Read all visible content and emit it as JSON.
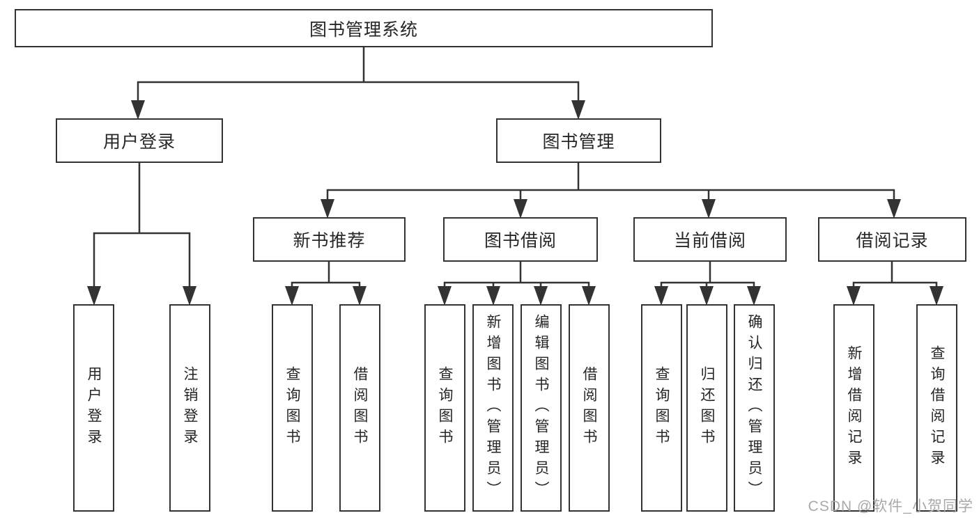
{
  "tree": {
    "root": {
      "label": "图书管理系统"
    },
    "branches": [
      {
        "label": "用户登录",
        "children": [
          {
            "label": "用户登录"
          },
          {
            "label": "注销登录"
          }
        ]
      },
      {
        "label": "图书管理",
        "children": [
          {
            "label": "新书推荐",
            "children": [
              {
                "label": "查询图书"
              },
              {
                "label": "借阅图书"
              }
            ]
          },
          {
            "label": "图书借阅",
            "children": [
              {
                "label": "查询图书"
              },
              {
                "label": "新增图书（管理员）"
              },
              {
                "label": "编辑图书（管理员）"
              },
              {
                "label": "借阅图书"
              }
            ]
          },
          {
            "label": "当前借阅",
            "children": [
              {
                "label": "查询图书"
              },
              {
                "label": "归还图书"
              },
              {
                "label": "确认归还（管理员）"
              }
            ]
          },
          {
            "label": "借阅记录",
            "children": [
              {
                "label": "新增借阅记录"
              },
              {
                "label": "查询借阅记录"
              }
            ]
          }
        ]
      }
    ]
  },
  "watermark": {
    "text": "CSDN @软件_小贺同学"
  },
  "colors": {
    "line": "#333333",
    "text": "#262626",
    "background": "#ffffff",
    "watermark": "#a9a9a9"
  }
}
